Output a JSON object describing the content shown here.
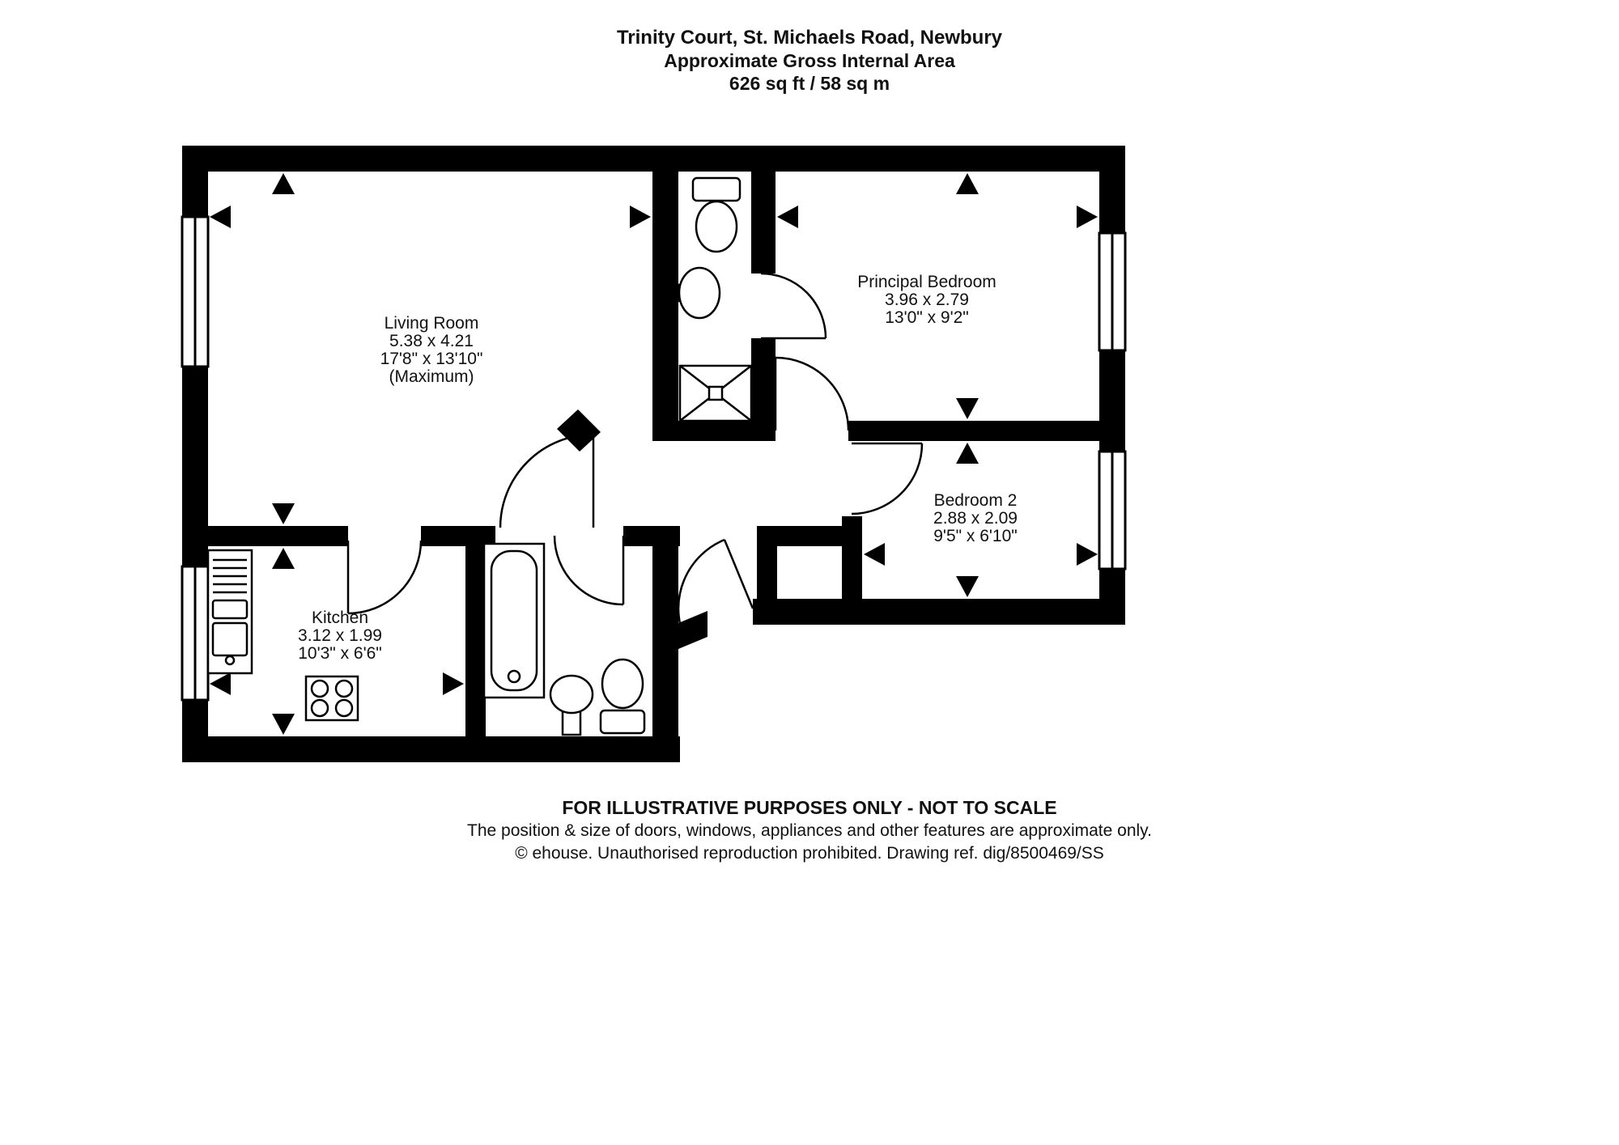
{
  "header": {
    "title": "Trinity Court, St. Michaels Road, Newbury",
    "subtitle": "Approximate Gross Internal Area",
    "area": "626 sq ft / 58 sq m"
  },
  "rooms": {
    "living_room": {
      "name": "Living Room",
      "metric": "5.38 x 4.21",
      "imperial": "17'8\" x 13'10\"",
      "note": "(Maximum)"
    },
    "principal_bedroom": {
      "name": "Principal Bedroom",
      "metric": "3.96 x 2.79",
      "imperial": "13'0\" x 9'2\""
    },
    "bedroom_2": {
      "name": "Bedroom 2",
      "metric": "2.88 x 2.09",
      "imperial": "9'5\" x 6'10\""
    },
    "kitchen": {
      "name": "Kitchen",
      "metric": "3.12 x 1.99",
      "imperial": "10'3\" x 6'6\""
    }
  },
  "fixtures": [
    "toilet",
    "wash-basin",
    "shower",
    "bathtub",
    "pedestal-basin",
    "kitchen-sink",
    "hob"
  ],
  "footer": {
    "line1": "FOR ILLUSTRATIVE PURPOSES ONLY - NOT TO SCALE",
    "line2": "The position & size of doors, windows, appliances and other features are approximate only.",
    "line3": "© ehouse. Unauthorised reproduction prohibited. Drawing ref. dig/8500469/SS"
  },
  "colors": {
    "wall": "#000000",
    "background": "#ffffff"
  }
}
